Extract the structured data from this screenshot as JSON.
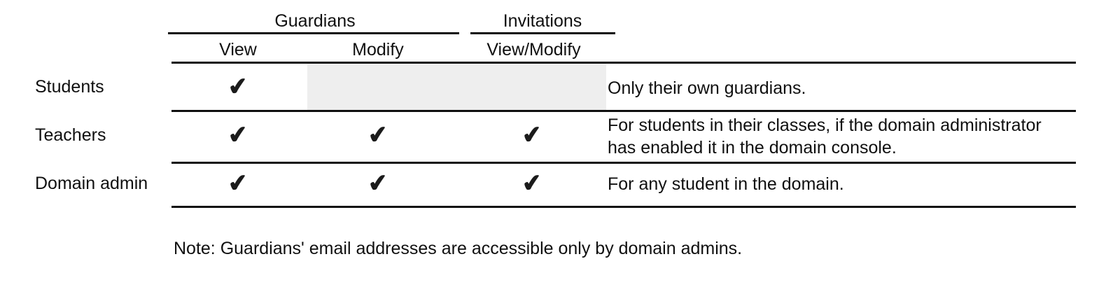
{
  "table": {
    "column_groups": [
      {
        "label": "Guardians",
        "span": 2
      },
      {
        "label": "Invitations",
        "span": 1
      }
    ],
    "columns": [
      {
        "label": "View"
      },
      {
        "label": "Modify"
      },
      {
        "label": "View/Modify"
      }
    ],
    "row_header_label": "",
    "description_header_label": "",
    "rows": [
      {
        "label": "Students",
        "guardians_view": "✔",
        "guardians_modify": "",
        "guardians_modify_state": "disabled",
        "invitations_view_modify": "",
        "invitations_state": "disabled",
        "description": "Only their own guardians."
      },
      {
        "label": "Teachers",
        "guardians_view": "✔",
        "guardians_modify": "✔",
        "invitations_view_modify": "✔",
        "description_line_1": "For students in their classes, if the domain administrator",
        "description_line_2": "has enabled it in the domain console."
      },
      {
        "label": "Domain admin",
        "guardians_view": "✔",
        "guardians_modify": "✔",
        "invitations_view_modify": "✔",
        "description": "For any student in the domain."
      }
    ]
  },
  "note": "Note: Guardians' email addresses are accessible only by domain admins.",
  "colors": {
    "text": "#101010",
    "rule": "#101010",
    "shaded_cell": "#eeeeee",
    "background": "#ffffff",
    "check": "#1b1b1b"
  }
}
